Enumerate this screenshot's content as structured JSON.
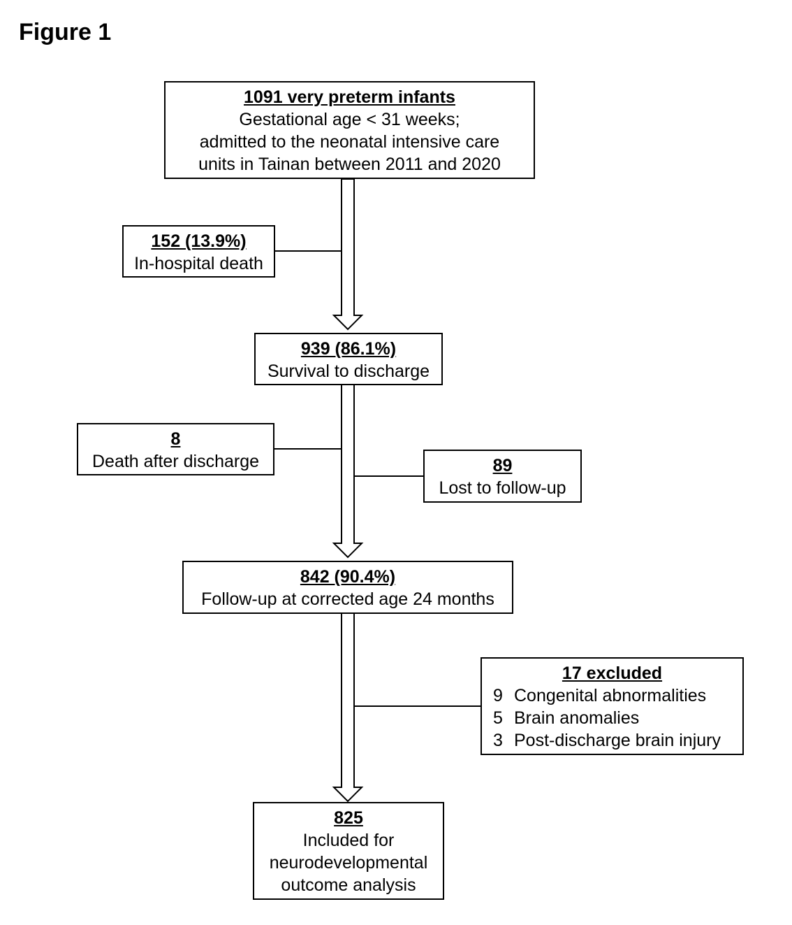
{
  "figure_title": "Figure 1",
  "nodes": {
    "start": {
      "heading": "1091 very preterm infants",
      "lines": [
        "Gestational age < 31 weeks;",
        "admitted to the neonatal intensive care",
        "units in Tainan between 2011 and 2020"
      ]
    },
    "in_hospital_death": {
      "heading": "152 (13.9%)",
      "lines": [
        "In-hospital death"
      ]
    },
    "survival": {
      "heading": "939 (86.1%)",
      "lines": [
        "Survival to discharge"
      ]
    },
    "death_after_discharge": {
      "heading": "8",
      "lines": [
        "Death after discharge"
      ]
    },
    "lost_follow_up": {
      "heading": "89",
      "lines": [
        "Lost to follow-up"
      ]
    },
    "follow_up": {
      "heading": "842 (90.4%)",
      "lines": [
        "Follow-up at corrected age 24 months"
      ]
    },
    "excluded": {
      "heading": "17 excluded",
      "items": [
        {
          "count": "9",
          "label": "Congenital abnormalities"
        },
        {
          "count": "5",
          "label": "Brain anomalies"
        },
        {
          "count": "3",
          "label": "Post-discharge brain injury"
        }
      ]
    },
    "included": {
      "heading": "825",
      "lines": [
        "Included for",
        "neurodevelopmental",
        "outcome analysis"
      ]
    }
  }
}
